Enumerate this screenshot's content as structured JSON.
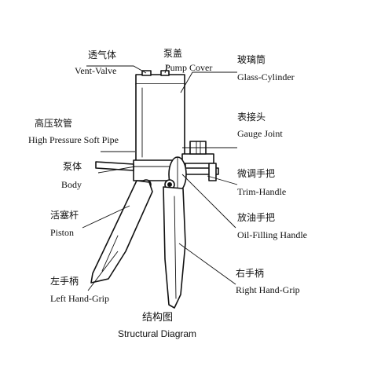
{
  "labels": {
    "vent_valve": {
      "cn": "透气体",
      "en": "Vent-Valve"
    },
    "pump_cover": {
      "cn": "泵盖",
      "en": "Pump Cover"
    },
    "glass_cylinder": {
      "cn": "玻璃筒",
      "en": "Glass-Cylinder"
    },
    "high_pressure_pipe": {
      "cn": "高压软管",
      "en": "High Pressure Soft Pipe"
    },
    "gauge_joint": {
      "cn": "表接头",
      "en": "Gauge Joint"
    },
    "body": {
      "cn": "泵体",
      "en": "Body"
    },
    "trim_handle": {
      "cn": "微调手把",
      "en": "Trim-Handle"
    },
    "piston": {
      "cn": "活塞杆",
      "en": "Piston"
    },
    "oil_filling_handle": {
      "cn": "放油手把",
      "en": "Oil-Filling Handle"
    },
    "left_hand_grip": {
      "cn": "左手柄",
      "en": "Left Hand-Grip"
    },
    "right_hand_grip": {
      "cn": "右手柄",
      "en": "Right Hand-Grip"
    }
  },
  "caption": {
    "cn": "结构图",
    "en": "Structural Diagram"
  }
}
